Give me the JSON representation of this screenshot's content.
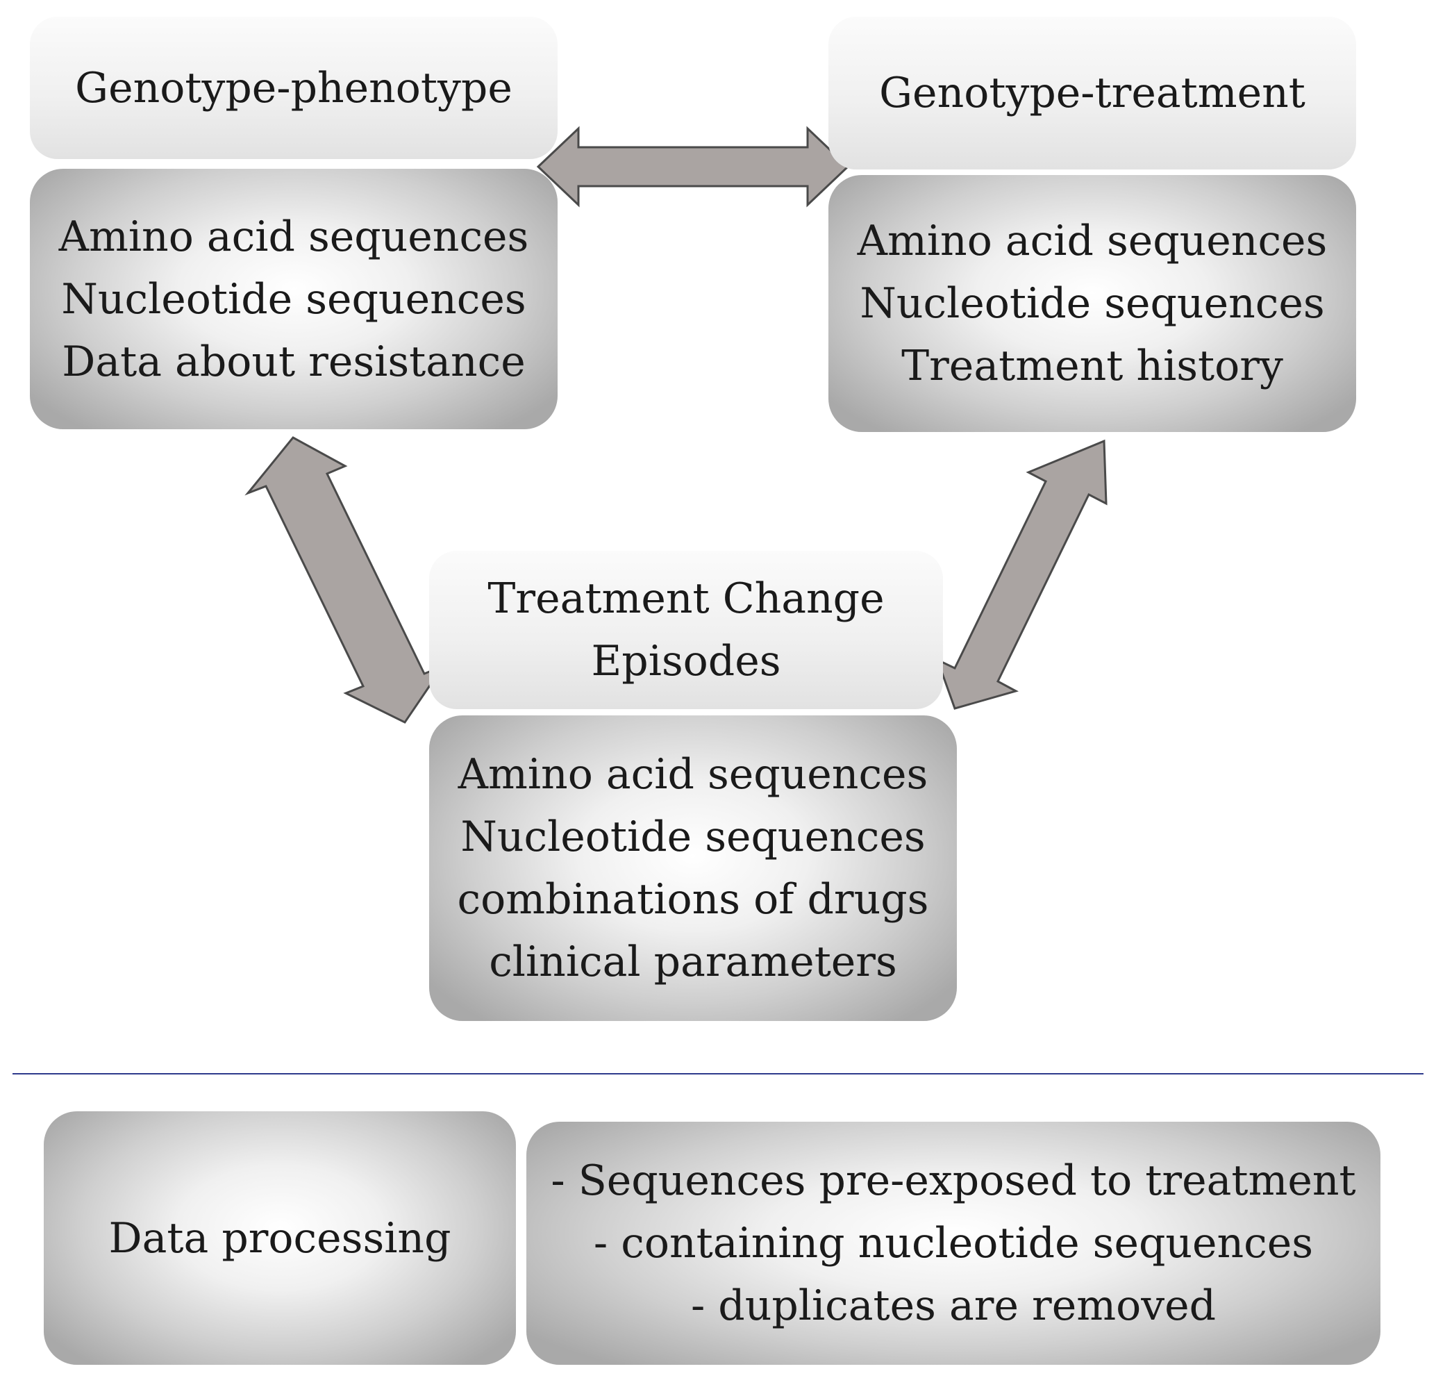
{
  "nodes": {
    "genotype_phenotype": {
      "title": "Genotype-phenotype",
      "items": [
        "Amino acid sequences",
        "Nucleotide sequences",
        "Data about resistance"
      ]
    },
    "genotype_treatment": {
      "title": "Genotype-treatment",
      "items": [
        "Amino acid sequences",
        "Nucleotide sequences",
        "Treatment history"
      ]
    },
    "treatment_change": {
      "title_lines": [
        "Treatment Change",
        "Episodes"
      ],
      "items": [
        "Amino acid sequences",
        "Nucleotide sequences",
        "combinations of drugs",
        "clinical parameters"
      ]
    }
  },
  "processing": {
    "label": "Data processing",
    "items": [
      "- Sequences pre-exposed to treatment",
      "- containing nucleotide sequences",
      "- duplicates are removed"
    ]
  },
  "colors": {
    "arrow_fill": "#aaa4a2",
    "arrow_stroke": "#4a4a4a",
    "divider": "#2e3a8c"
  }
}
